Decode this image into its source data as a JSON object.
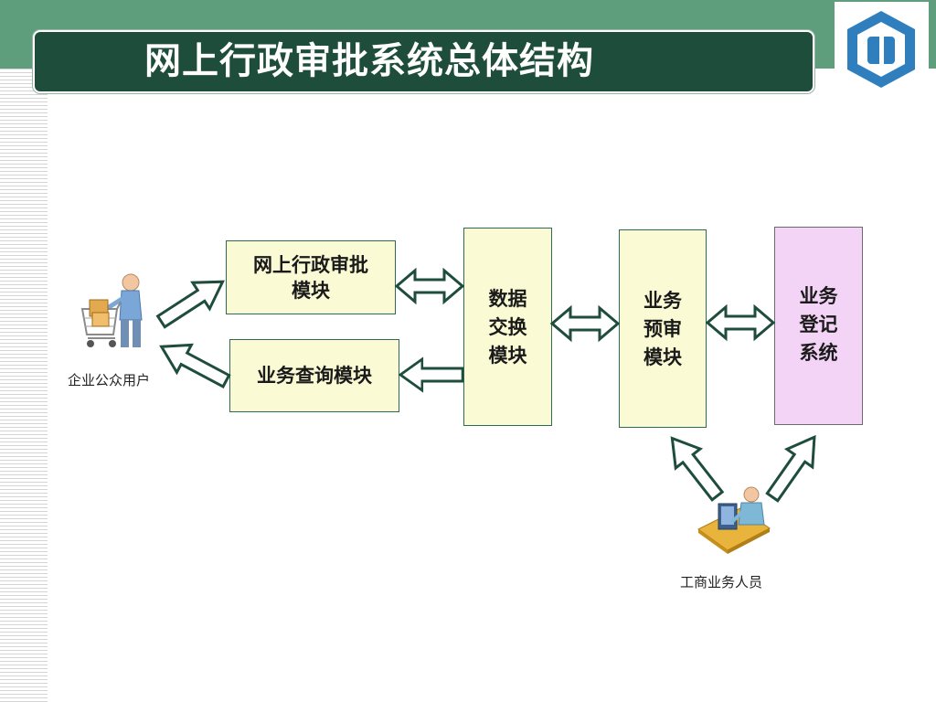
{
  "title": "网上行政审批系统总体结构",
  "colors": {
    "header_band": "#5f9e7d",
    "title_bar": "#1e4d3c",
    "module_fill": "#fafad4",
    "registration_fill": "#f3d4f6",
    "arrow_outline": "#1e4d3c",
    "logo_blue": "#2f7fbf"
  },
  "modules": {
    "online_approval": {
      "line1": "网上行政审批",
      "line2": "模块"
    },
    "query": {
      "label": "业务查询模块"
    },
    "data_exchange": {
      "line1": "数据",
      "line2": "交换",
      "line3": "模块"
    },
    "pre_review": {
      "line1": "业务",
      "line2": "预审",
      "line3": "模块"
    },
    "registration": {
      "line1": "业务",
      "line2": "登记",
      "line3": "系统"
    }
  },
  "actors": {
    "public_user": {
      "label": "企业公众用户",
      "icon": "shopping-cart-person-icon"
    },
    "staff": {
      "label": "工商业务人员",
      "icon": "person-at-computer-icon"
    }
  },
  "logo": {
    "icon": "company-logo-icon"
  }
}
